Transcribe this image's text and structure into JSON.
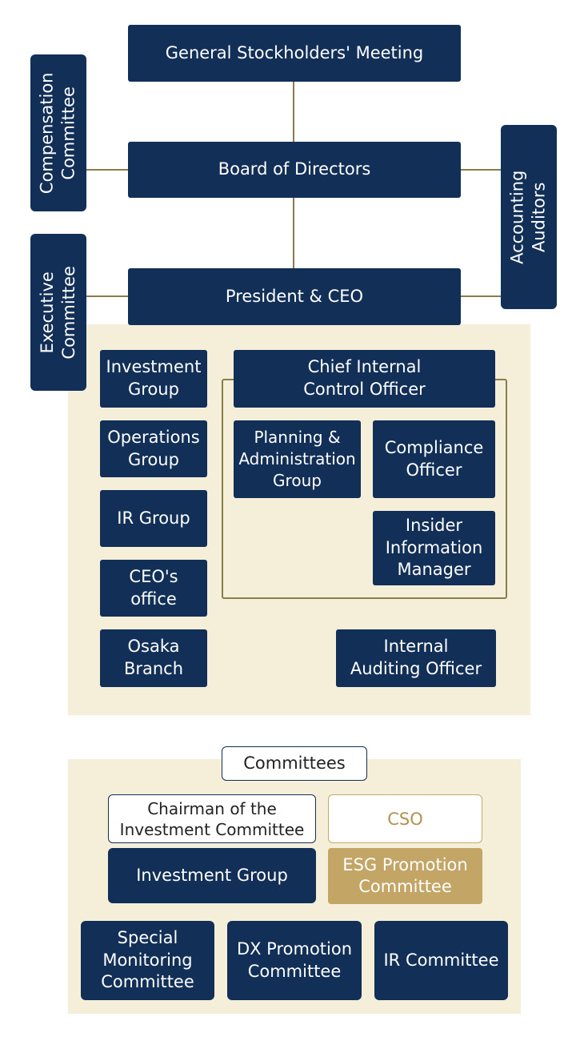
{
  "top": {
    "stockholders": "General Stockholders' Meeting",
    "board": "Board of Directors",
    "president": "President & CEO",
    "compensation": "Compensation\nCommittee",
    "accounting": "Accounting\nAuditors",
    "executive": "Executive\nCommittee"
  },
  "org": {
    "investment_group": "Investment\nGroup",
    "operations_group": "Operations\nGroup",
    "ir_group": "IR Group",
    "ceo_office": "CEO's\noffice",
    "osaka_branch": "Osaka\nBranch",
    "chief_internal_control": "Chief Internal\nControl Officer",
    "planning_admin": "Planning &\nAdministration\nGroup",
    "compliance_officer": "Compliance\nOfficer",
    "insider_info_manager": "Insider\nInformation\nManager",
    "internal_auditing": "Internal\nAuditing  Officer"
  },
  "committees": {
    "title": "Committees",
    "chairman_investment": "Chairman of the\nInvestment  Committee",
    "cso": "CSO",
    "investment_group": "Investment Group",
    "esg_promotion": "ESG Promotion\nCommittee",
    "special_monitoring": "Special\nMonitoring\nCommittee",
    "dx_promotion": "DX Promotion\nCommittee",
    "ir_committee": "IR Committee"
  },
  "colors": {
    "navy": "#123057",
    "gold": "#c3a566",
    "panel": "#f5eed8",
    "connector": "#8a7d4c"
  }
}
